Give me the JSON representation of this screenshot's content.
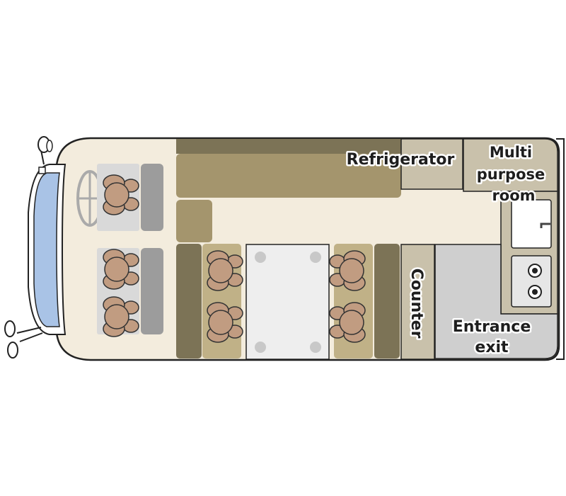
{
  "labels": {
    "refrigerator": "Refrigerator",
    "multipurpose_line1": "Multi",
    "multipurpose_line2": "purpose",
    "multipurpose_line3": "room",
    "counter": "Counter",
    "entrance_line1": "Entrance",
    "entrance_line2": "exit"
  },
  "colors": {
    "floor": "#f3ecdd",
    "outline": "#222222",
    "bench_dark": "#7c7356",
    "bench_mid": "#a4956d",
    "bench_light": "#c0b187",
    "fridge": "#c9c1ab",
    "seat_grey": "#d9d9d9",
    "seat_back": "#9c9c9c",
    "person": "#c19c81",
    "table": "#eeeeee",
    "glass": "#a9c3e6",
    "entrance": "#cfcfcf"
  }
}
